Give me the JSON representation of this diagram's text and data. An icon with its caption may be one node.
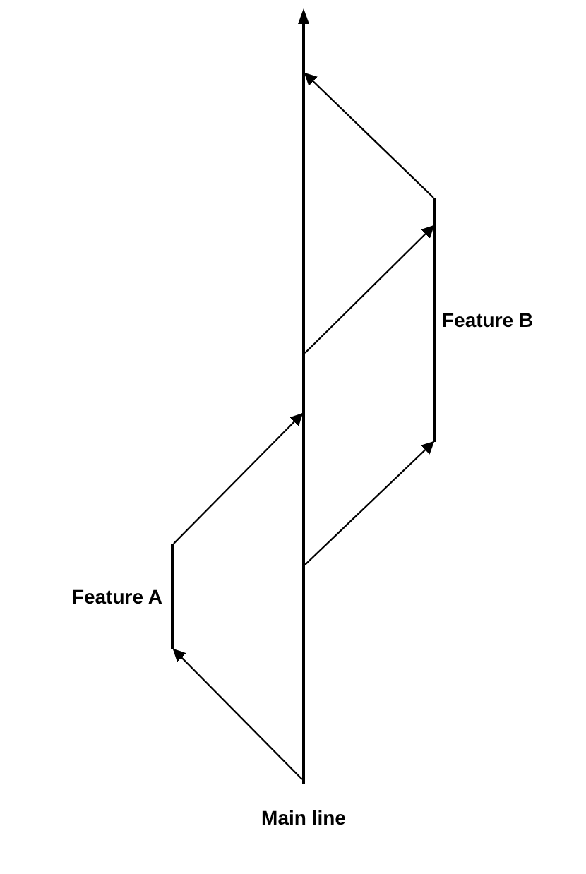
{
  "diagram": {
    "nodes": [
      {
        "text": [
          "Main line"
        ]
      },
      {
        "text": [
          "Feature A"
        ]
      },
      {
        "text": [
          "Feature B"
        ]
      }
    ],
    "edges": [
      {
        "from": 0,
        "to": 1,
        "arrow": "to"
      },
      {
        "from": 1,
        "to": 0,
        "arrow": "to"
      },
      {
        "from": 0,
        "to": 2,
        "arrow": "to"
      },
      {
        "from": 0,
        "to": 2,
        "arrow": "to"
      },
      {
        "from": 2,
        "to": 0,
        "arrow": "to"
      }
    ]
  }
}
